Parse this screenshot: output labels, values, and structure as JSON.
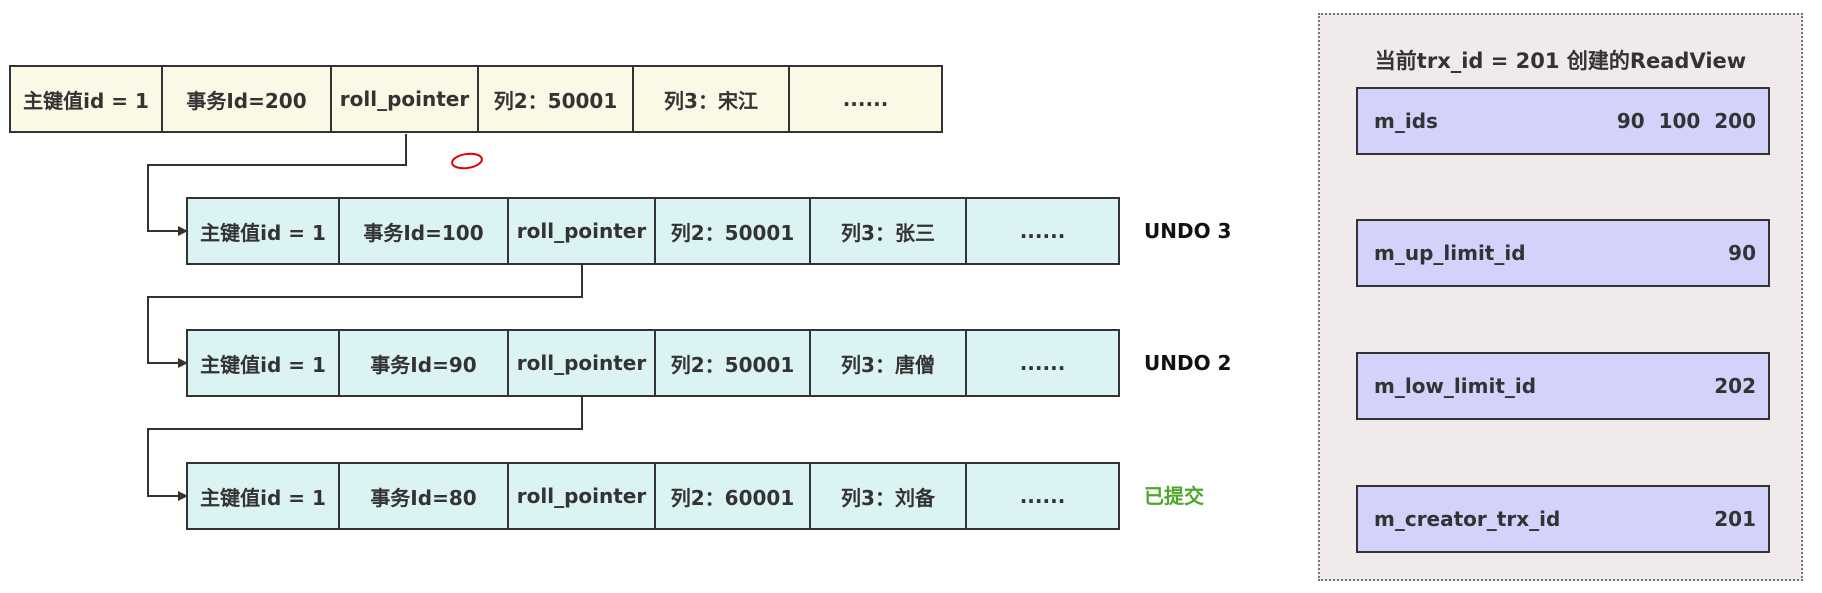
{
  "records": [
    {
      "kind": "current",
      "cells": [
        "主键值id = 1",
        "事务Id=200",
        "roll_pointer",
        "列2：50001",
        "列3：宋江",
        "......"
      ],
      "label": ""
    },
    {
      "kind": "undo",
      "cells": [
        "主键值id = 1",
        "事务Id=100",
        "roll_pointer",
        "列2：50001",
        "列3：张三",
        "......"
      ],
      "label": "UNDO 3"
    },
    {
      "kind": "undo",
      "cells": [
        "主键值id = 1",
        "事务Id=90",
        "roll_pointer",
        "列2：50001",
        "列3：唐僧",
        "......"
      ],
      "label": "UNDO 2"
    },
    {
      "kind": "undo",
      "cells": [
        "主键值id = 1",
        "事务Id=80",
        "roll_pointer",
        "列2：60001",
        "列3：刘备",
        "......"
      ],
      "label": "已提交"
    }
  ],
  "read_view": {
    "title": "当前trx_id = 201 创建的ReadView",
    "fields": [
      {
        "name": "m_ids",
        "value": "90  100  200"
      },
      {
        "name": "m_up_limit_id",
        "value": "90"
      },
      {
        "name": "m_low_limit_id",
        "value": "202"
      },
      {
        "name": "m_creator_trx_id",
        "value": "201"
      }
    ]
  },
  "colors": {
    "current_row_fill": "#fcf8e6",
    "undo_row_fill": "#dcf3f4",
    "read_view_field_fill": "#d2d2fa",
    "read_view_panel_fill": "#f0ebea",
    "committed_label": "#4ea72a",
    "annotation_mark": "#e00000"
  }
}
